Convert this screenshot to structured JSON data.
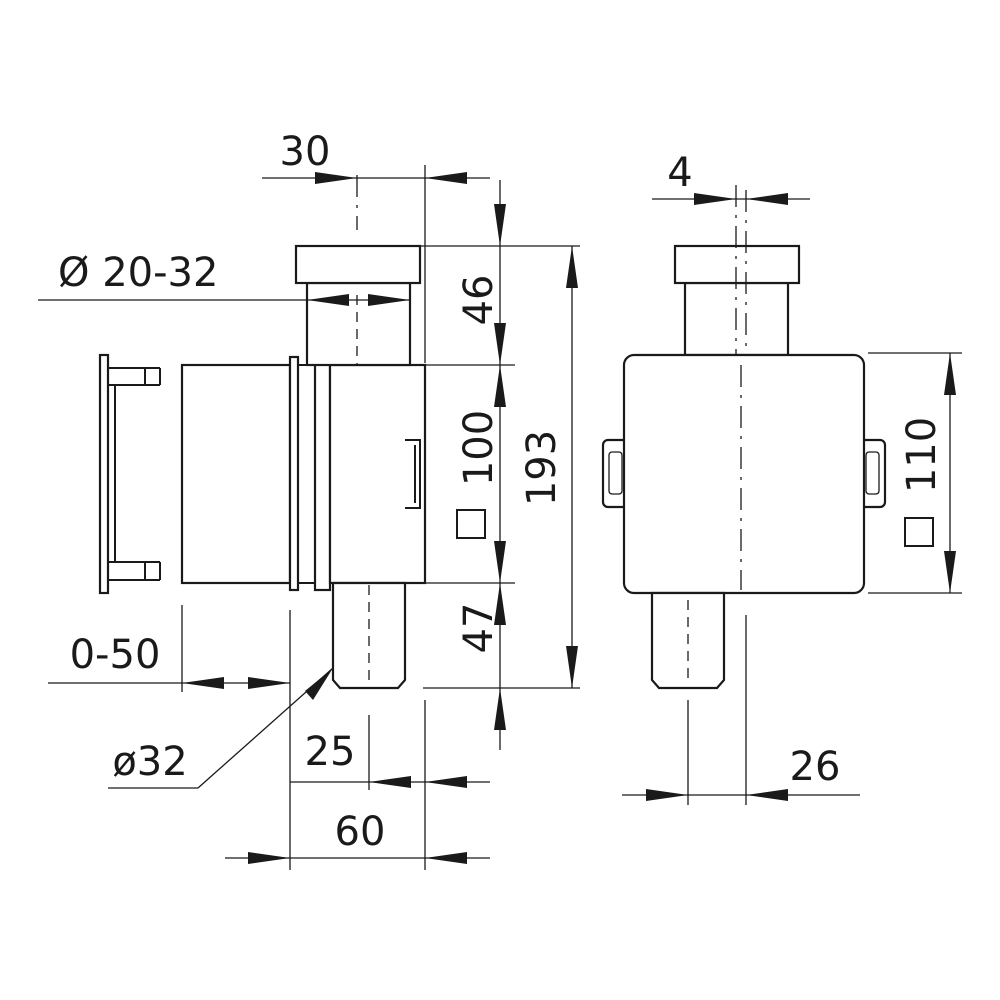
{
  "dimensions": {
    "top_width": "30",
    "inlet_diameter": "Ø 20-32",
    "inlet_height": "46",
    "body_size": "100",
    "overall_height": "193",
    "outlet_height": "47",
    "adjust_range": "0-50",
    "outlet_diameter": "ø32",
    "outlet_offset": "25",
    "depth": "60",
    "side_offset": "4",
    "side_body_size": "110",
    "side_outlet_offset": "26"
  }
}
